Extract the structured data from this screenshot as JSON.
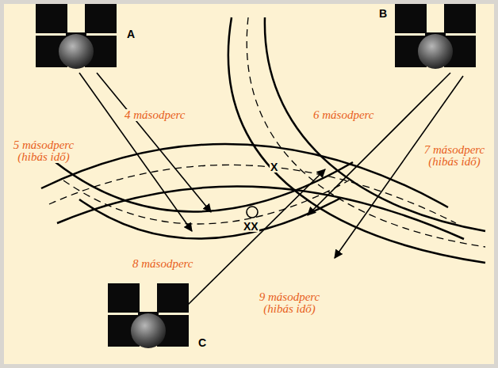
{
  "diagram": {
    "labels": [
      "A",
      "B",
      "4 másodperc",
      "6 másodperc",
      "5 másodperc (hibás idő)",
      "7 másodperc (hibás idő)",
      "X",
      "XX",
      "8 másodperc",
      "9 másodperc (hibás idő)",
      "C"
    ]
  }
}
